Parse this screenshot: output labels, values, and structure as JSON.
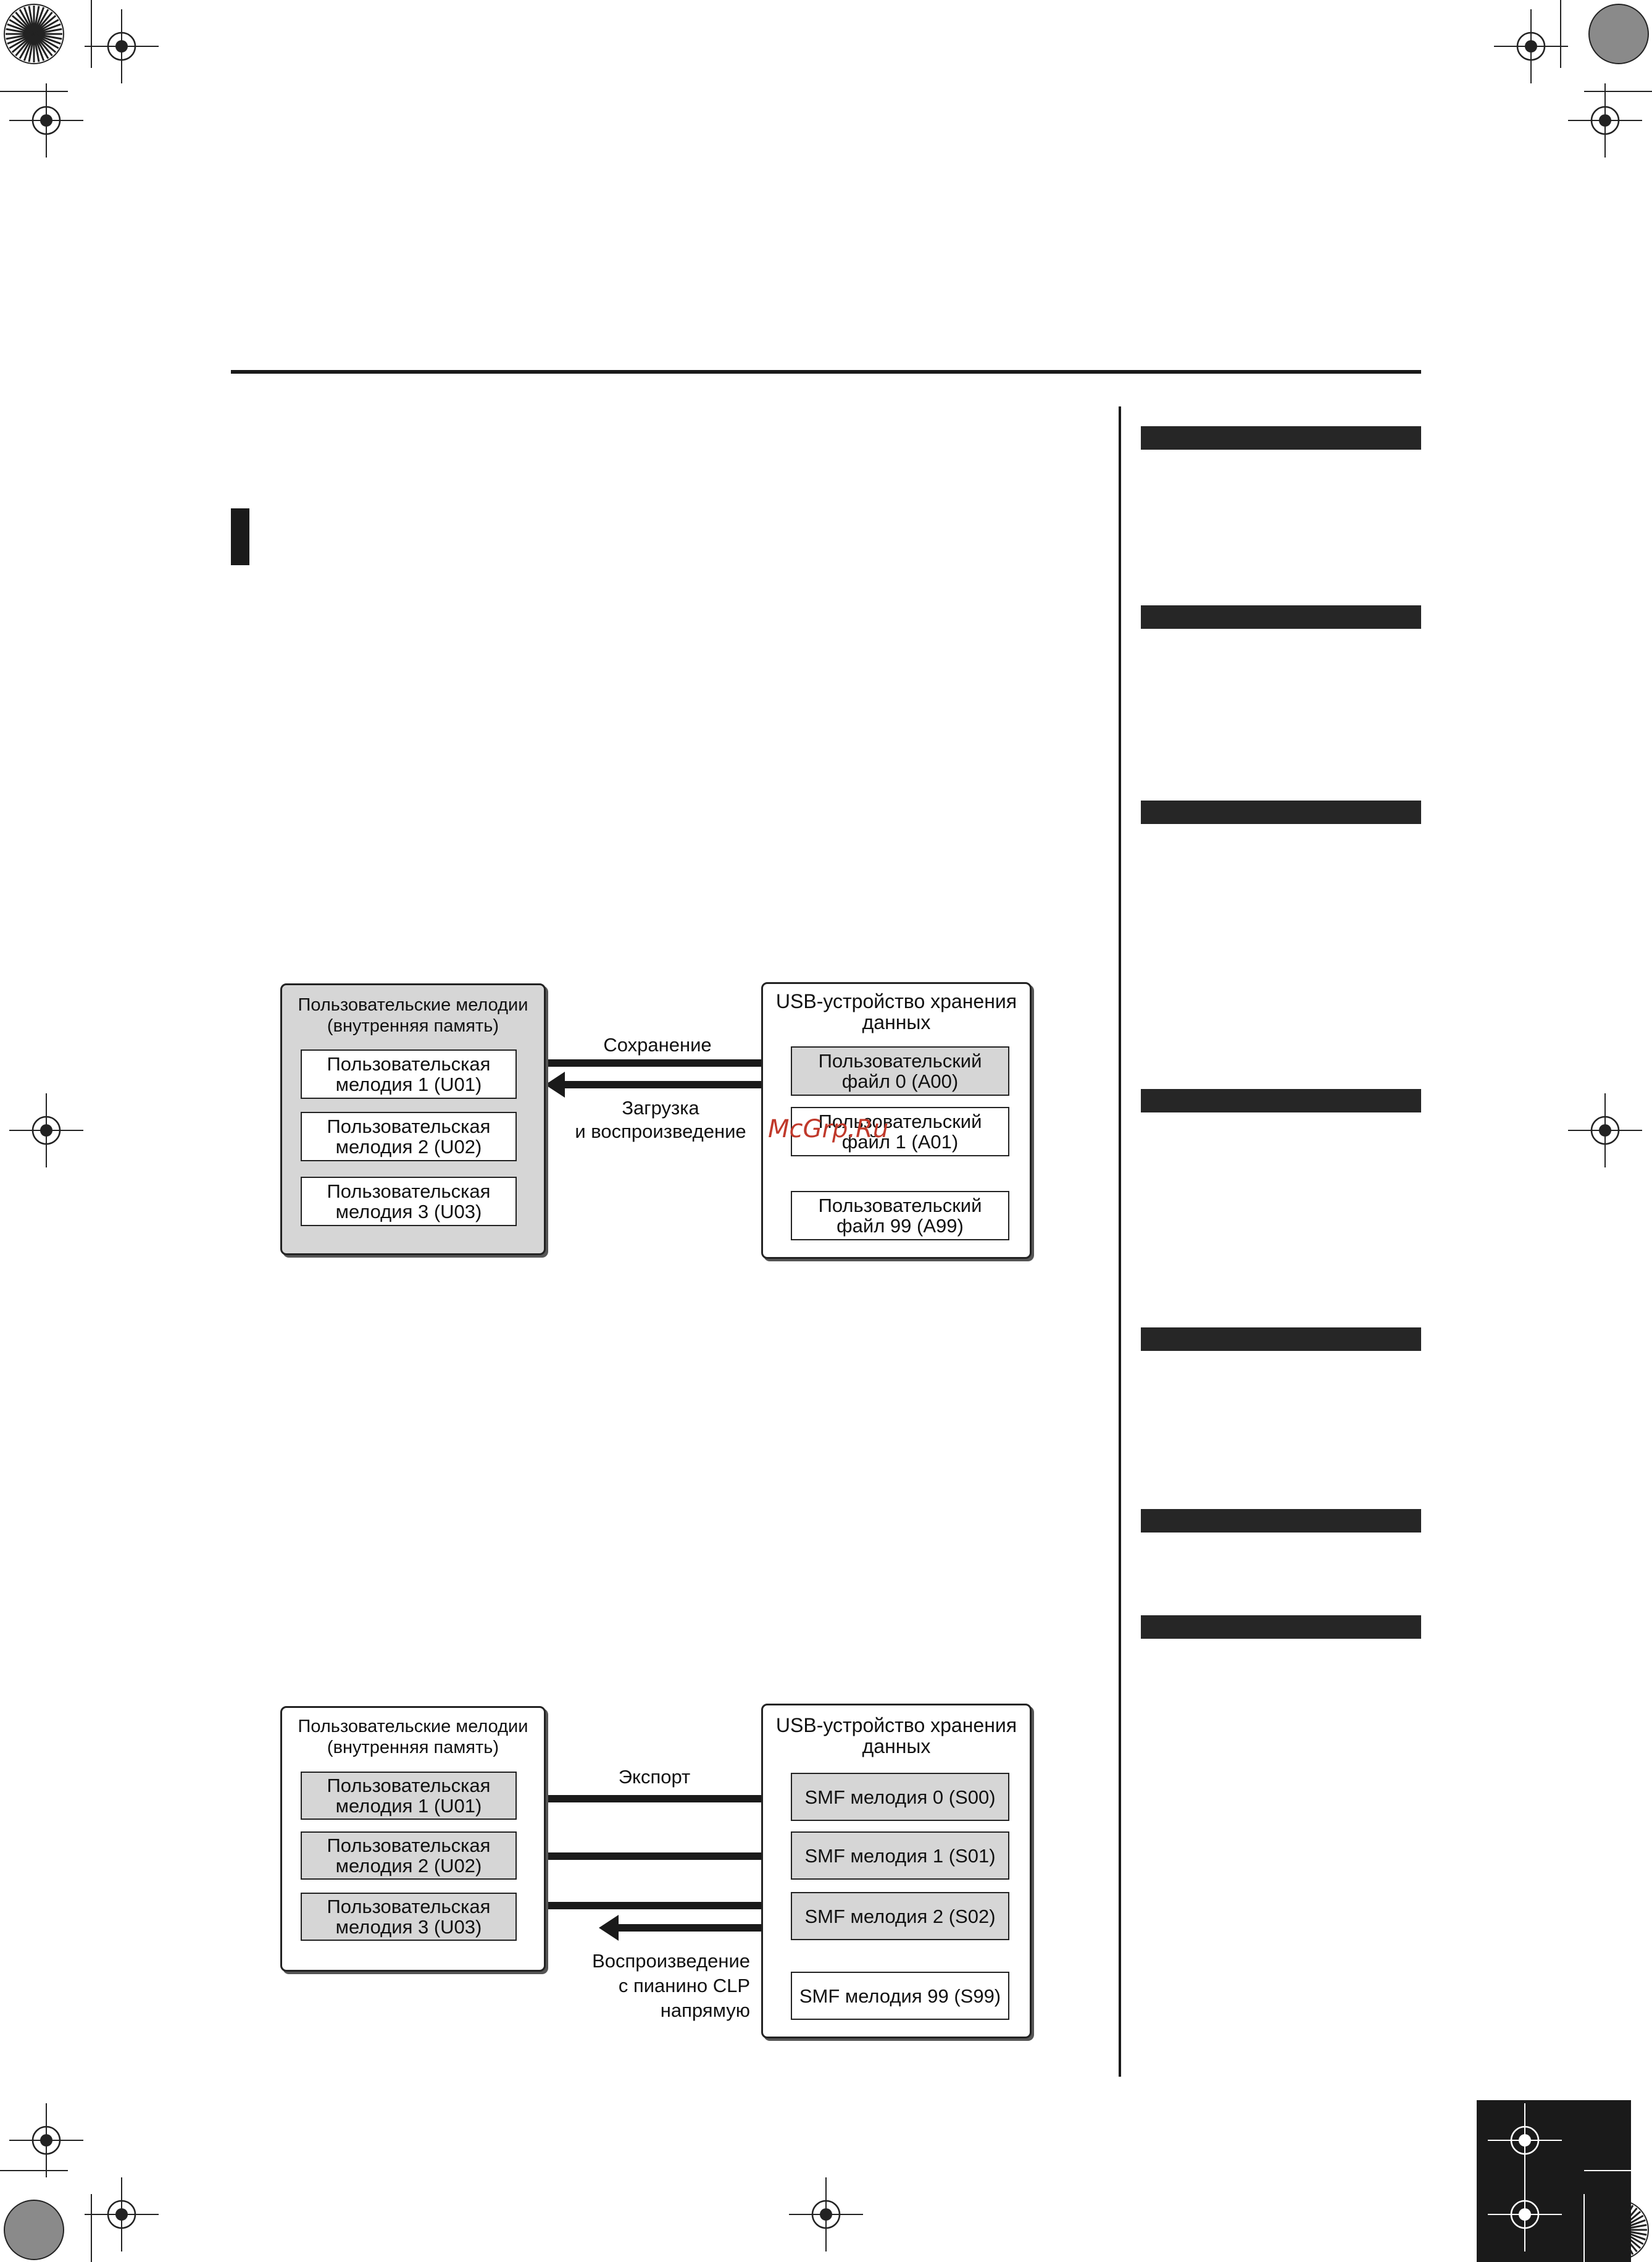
{
  "diagram1": {
    "left_box": {
      "title_line1": "Пользовательские мелодии",
      "title_line2": "(внутренняя память)",
      "items": [
        {
          "line1": "Пользовательская",
          "line2": "мелодия 1 (U01)"
        },
        {
          "line1": "Пользовательская",
          "line2": "мелодия 2 (U02)"
        },
        {
          "line1": "Пользовательская",
          "line2": "мелодия 3 (U03)"
        }
      ]
    },
    "right_box": {
      "title_line1": "USB-устройство хранения",
      "title_line2": "данных",
      "items": [
        {
          "line1": "Пользовательский",
          "line2": "файл 0 (A00)"
        },
        {
          "line1": "Пользовательский",
          "line2": "файл 1 (A01)"
        },
        {
          "line1": "Пользовательский",
          "line2": "файл 99 (A99)"
        }
      ]
    },
    "arrow_save_label": "Сохранение",
    "arrow_load_line1": "Загрузка",
    "arrow_load_line2": "и воспроизведение",
    "watermark": "McGrp.Ru"
  },
  "diagram2": {
    "left_box": {
      "title_line1": "Пользовательские мелодии",
      "title_line2": "(внутренняя память)",
      "items": [
        {
          "line1": "Пользовательская",
          "line2": "мелодия 1 (U01)"
        },
        {
          "line1": "Пользовательская",
          "line2": "мелодия 2 (U02)"
        },
        {
          "line1": "Пользовательская",
          "line2": "мелодия 3 (U03)"
        }
      ]
    },
    "right_box": {
      "title_line1": "USB-устройство хранения",
      "title_line2": "данных",
      "items": [
        "SMF мелодия 0 (S00)",
        "SMF мелодия 1 (S01)",
        "SMF мелодия 2 (S02)",
        "SMF мелодия 99 (S99)"
      ]
    },
    "arrow_export_label": "Экспорт",
    "arrow_play_line1": "Воспроизведение",
    "arrow_play_line2": "с пианино CLP",
    "arrow_play_line3": "напрямую"
  },
  "colors": {
    "ink": "#111111",
    "panel_gray": "#d6d6d6",
    "bar_dark": "#262626",
    "watermark": "#c0392b"
  }
}
